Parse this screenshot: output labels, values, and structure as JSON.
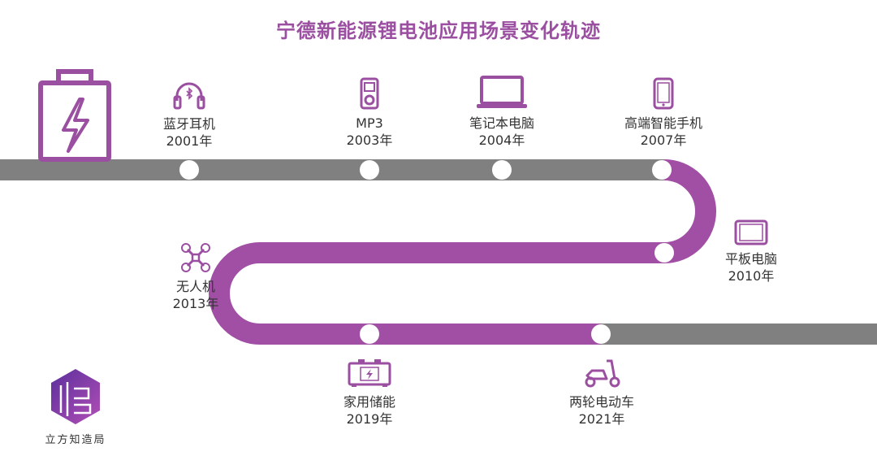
{
  "title": "宁德新能源锂电池应用场景变化轨迹",
  "colors": {
    "accent": "#9b4fa0",
    "track_gray": "#808080",
    "dot": "#ffffff"
  },
  "milestones": [
    {
      "label": "蓝牙耳机",
      "year": "2001年",
      "icon": "headphones-icon"
    },
    {
      "label": "MP3",
      "year": "2003年",
      "icon": "mp3-player-icon"
    },
    {
      "label": "笔记本电脑",
      "year": "2004年",
      "icon": "laptop-icon"
    },
    {
      "label": "高端智能手机",
      "year": "2007年",
      "icon": "smartphone-icon"
    },
    {
      "label": "平板电脑",
      "year": "2010年",
      "icon": "tablet-icon"
    },
    {
      "label": "无人机",
      "year": "2013年",
      "icon": "drone-icon"
    },
    {
      "label": "家用储能",
      "year": "2019年",
      "icon": "home-storage-battery-icon"
    },
    {
      "label": "两轮电动车",
      "year": "2021年",
      "icon": "electric-scooter-icon"
    }
  ],
  "brand": {
    "name": "立方知造局"
  }
}
